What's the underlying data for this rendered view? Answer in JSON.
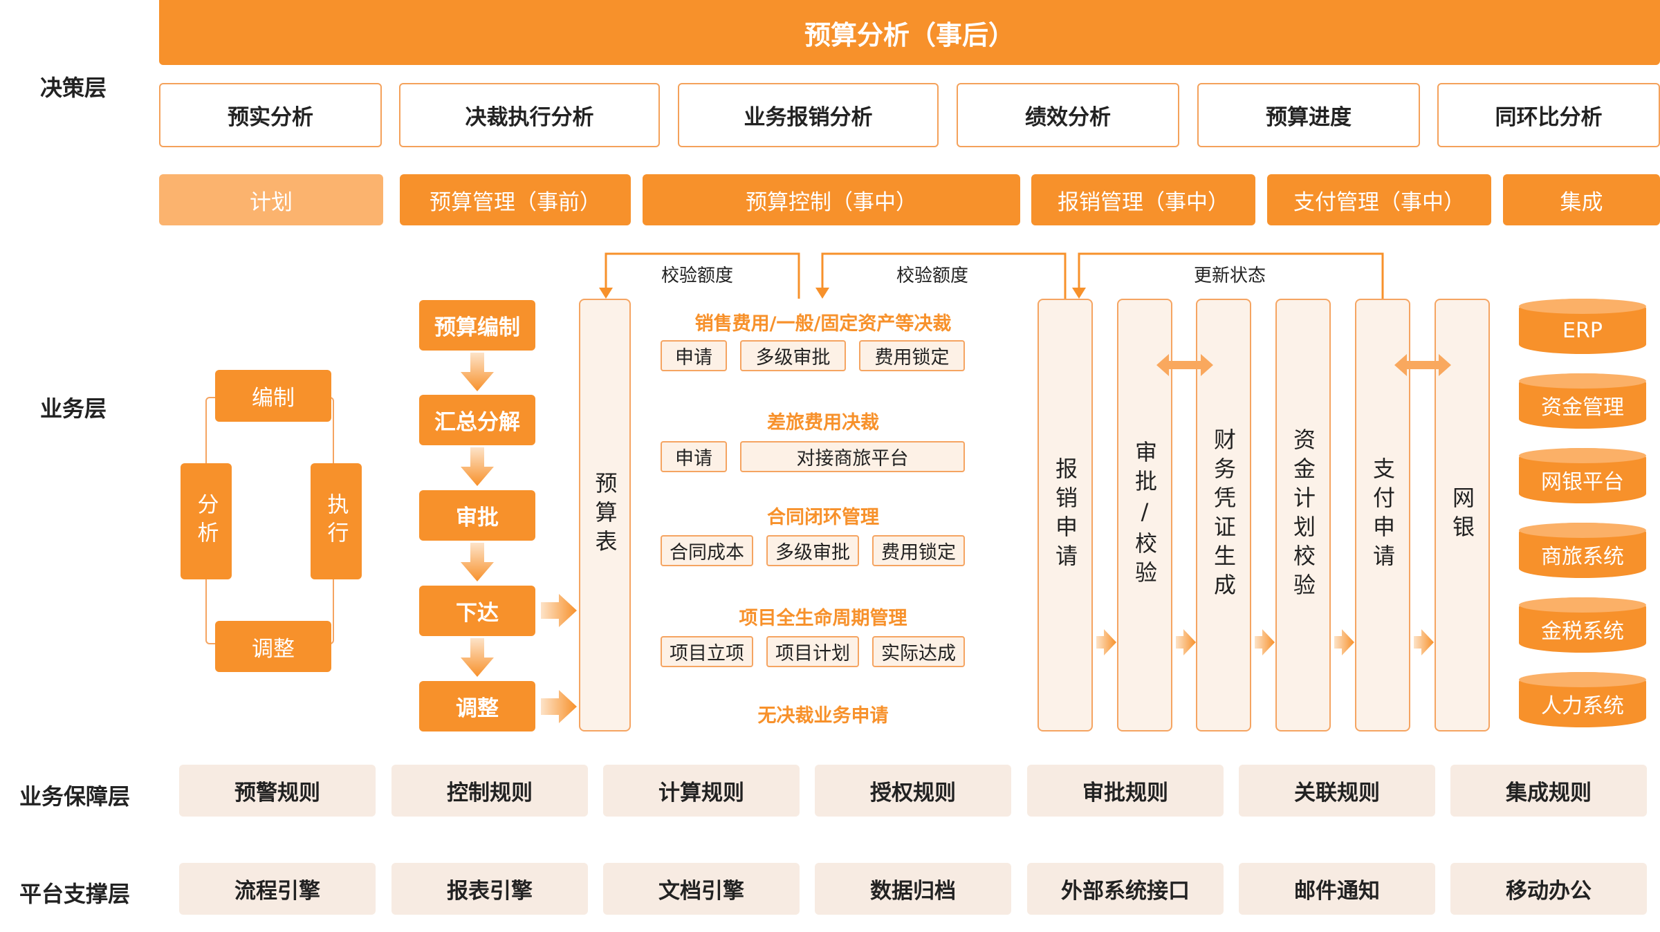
{
  "layers": {
    "decision": "决策层",
    "business": "业务层",
    "guarantee": "业务保障层",
    "platform": "平台支撑层"
  },
  "top_banner": "预算分析（事后）",
  "analysis_items": [
    "预实分析",
    "决裁执行分析",
    "业务报销分析",
    "绩效分析",
    "预算进度",
    "同环比分析"
  ],
  "phase_headers": [
    "计划",
    "预算管理（事前）",
    "预算控制（事中）",
    "报销管理（事中）",
    "支付管理（事中）",
    "集成"
  ],
  "cycle": {
    "top": "编制",
    "right": "执行",
    "bottom": "调整",
    "left": "分析"
  },
  "budget_steps": [
    "预算编制",
    "汇总分解",
    "审批",
    "下达",
    "调整"
  ],
  "budget_table": "预算表",
  "flow_labels": {
    "check1": "校验额度",
    "check2": "校验额度",
    "update": "更新状态"
  },
  "control_sections": [
    {
      "title": "销售费用/一般/固定资产等决裁",
      "items": [
        "申请",
        "多级审批",
        "费用锁定"
      ]
    },
    {
      "title": "差旅费用决裁",
      "items": [
        "申请",
        "对接商旅平台"
      ]
    },
    {
      "title": "合同闭环管理",
      "items": [
        "合同成本",
        "多级审批",
        "费用锁定"
      ]
    },
    {
      "title": "项目全生命周期管理",
      "items": [
        "项目立项",
        "项目计划",
        "实际达成"
      ]
    },
    {
      "title": "无决裁业务申请",
      "items": []
    }
  ],
  "process_columns": [
    "报销申请",
    "审批/校验",
    "财务凭证生成",
    "资金计划校验",
    "支付申请",
    "网银"
  ],
  "integrations": [
    "ERP",
    "资金管理",
    "网银平台",
    "商旅系统",
    "金税系统",
    "人力系统"
  ],
  "guarantee_rules": [
    "预警规则",
    "控制规则",
    "计算规则",
    "授权规则",
    "审批规则",
    "关联规则",
    "集成规则"
  ],
  "platform_items": [
    "流程引擎",
    "报表引擎",
    "文档引擎",
    "数据归档",
    "外部系统接口",
    "邮件通知",
    "移动办公"
  ],
  "colors": {
    "accent": "#f7912b",
    "accent_light": "#fbb36e",
    "beige": "#f7ebe2",
    "outline": "#f5a461"
  }
}
